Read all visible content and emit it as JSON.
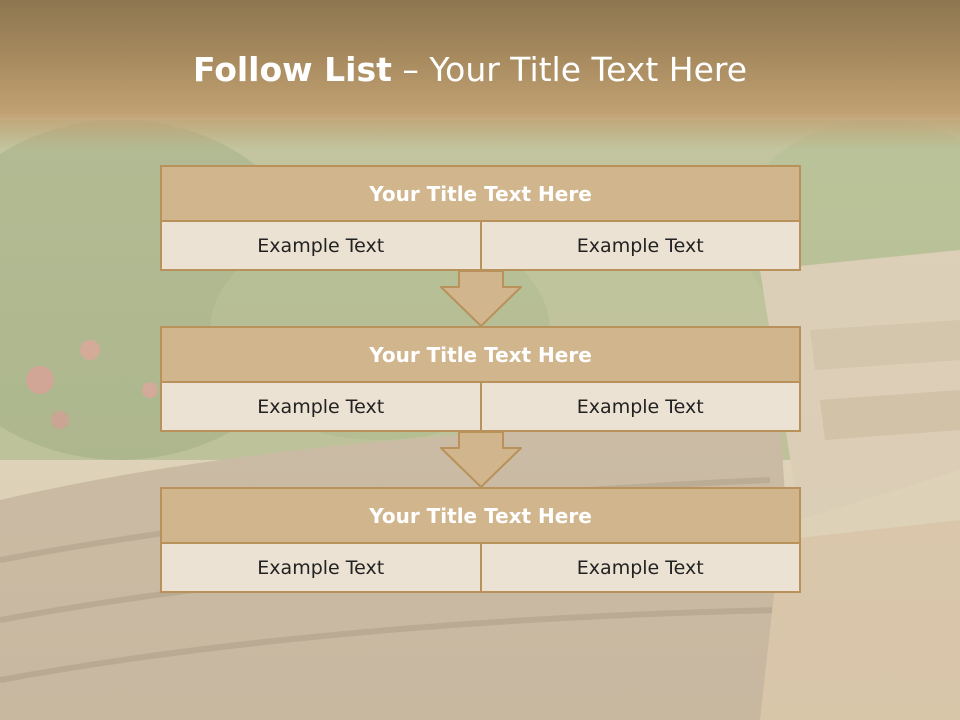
{
  "slide": {
    "title_bold": "Follow List",
    "title_rest": " – Your Title Text Here"
  },
  "blocks": [
    {
      "title": "Your Title Text Here",
      "left_text": "Example Text",
      "right_text": "Example Text"
    },
    {
      "title": "Your Title Text Here",
      "left_text": "Example Text",
      "right_text": "Example Text"
    },
    {
      "title": "Your Title Text Here",
      "left_text": "Example Text",
      "right_text": "Example Text"
    }
  ],
  "colors": {
    "header_fill": "#d1b58d",
    "cell_fill": "#ebe2d3",
    "border": "#b8925a",
    "title_band": "#a88b5f"
  }
}
